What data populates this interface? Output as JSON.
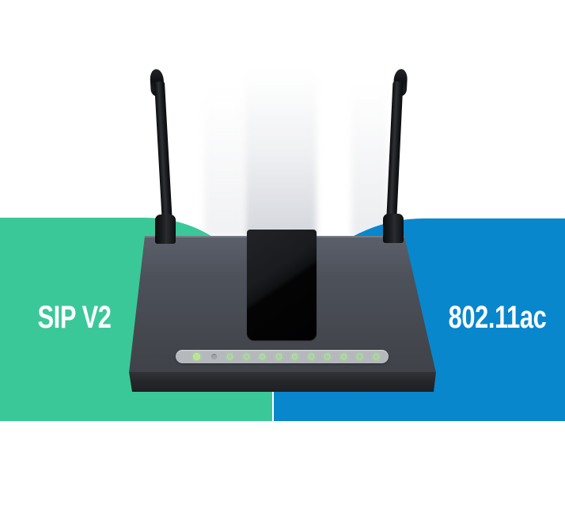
{
  "scene": {
    "description": "Dual-antenna wireless VoIP router product shot with feature badges",
    "background_color": "#ffffff"
  },
  "badges": {
    "left": {
      "label": "SIP V2",
      "color": "#3bc898",
      "text_color": "#ffffff"
    },
    "right": {
      "label": "802.11ac",
      "color": "#0887cd",
      "text_color": "#ffffff"
    }
  },
  "device": {
    "name": "wireless-router",
    "body_color": "#4b4f57",
    "front_edge_color": "#26282d",
    "gloss_panel_color": "#0a0a0b",
    "antenna_color": "#17181b",
    "led_bar_color": "#b5b8bd",
    "led_count": 12,
    "leds": [
      {
        "state": "on",
        "color": "#b9e48d"
      },
      {
        "state": "off",
        "color": "#a2a5aa"
      },
      {
        "state": "on",
        "color": "#a0d596"
      },
      {
        "state": "on",
        "color": "#9fd495"
      },
      {
        "state": "on",
        "color": "#a4d79a"
      },
      {
        "state": "on",
        "color": "#a0d596"
      },
      {
        "state": "on",
        "color": "#a2d798"
      },
      {
        "state": "on",
        "color": "#a0d596"
      },
      {
        "state": "on",
        "color": "#9ed494"
      },
      {
        "state": "on",
        "color": "#a2d798"
      },
      {
        "state": "on",
        "color": "#9cd292"
      },
      {
        "state": "on",
        "color": "#9ed494"
      }
    ]
  }
}
